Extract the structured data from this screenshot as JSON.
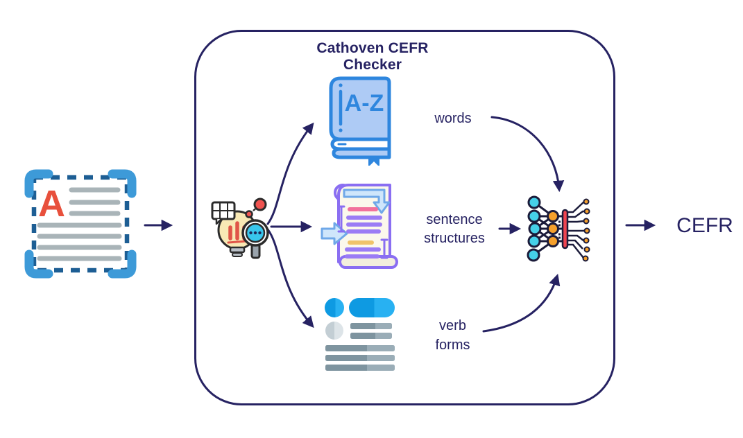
{
  "diagram": {
    "title": "Cathoven CEFR Checker",
    "input_doc": {
      "letter": "A",
      "icon": "scanned-text-document-icon"
    },
    "analyzer": {
      "icon": "text-analysis-magnifier-icon"
    },
    "branches": {
      "words": {
        "label": "words",
        "icon": "dictionary-book-icon",
        "book_text": "A-Z"
      },
      "sentence": {
        "line1": "sentence",
        "line2": "structures",
        "icon": "scroll-parser-icon"
      },
      "verb": {
        "line1": "verb",
        "line2": "forms",
        "icon": "text-list-icon"
      }
    },
    "model": {
      "icon": "neural-network-icon"
    },
    "output": {
      "label": "CEFR"
    },
    "colors": {
      "navy": "#262262",
      "book_blue": "#2e86de",
      "book_fill": "#aecbf5",
      "scroll_purple": "#8a6ef2",
      "bar_purple": "#9b7cf5",
      "bar_pink": "#f2719c",
      "bar_yellow": "#f0c36a",
      "arrow_lightblue": "#cfe6fb",
      "node_cyan": "#45d0e8",
      "node_orange": "#f5a02c",
      "model_red_bar": "#ef4450",
      "letter_red": "#e8503c",
      "bright_blue": "#0d9be4",
      "corner_blue": "#3d9ad8",
      "dash_blue": "#1d5e94",
      "line_gray": "#a9b4b8"
    }
  }
}
